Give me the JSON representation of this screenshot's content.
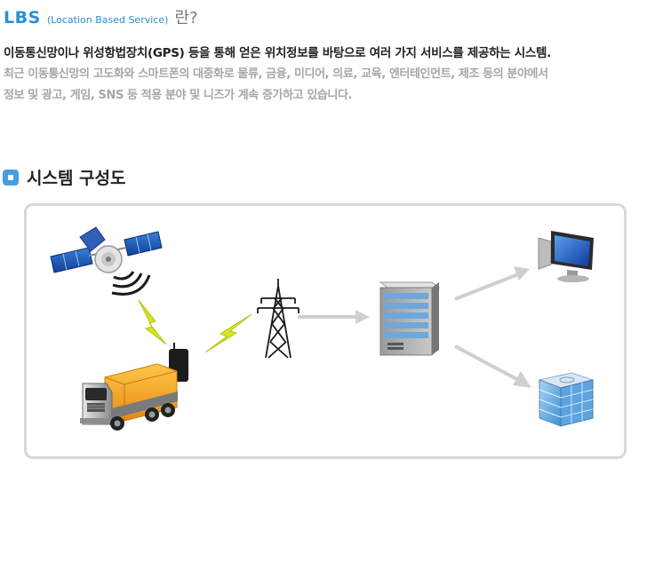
{
  "header": {
    "abbr": "LBS",
    "full": "(Location Based Service)",
    "suffix": "란?"
  },
  "lead_text": "이동통신망이나 위성항법장치(GPS) 등을 통해 얻은 위치정보를 바탕으로 여러 가지 서비스를 제공하는 시스템.",
  "description": [
    "최근 이동통신망의 고도화와 스마트폰의 대중화로 물류, 금융, 미디어, 의료, 교육, 엔터테인먼트, 제조 등의 분야에서",
    "정보 및 광고, 게임, SNS 등 적용 분야 및 니즈가 계속 증가하고 있습니다."
  ],
  "section": {
    "title": "시스템 구성도"
  },
  "diagram": {
    "nodes": [
      {
        "id": "satellite",
        "icon": "satellite-icon"
      },
      {
        "id": "truck",
        "icon": "truck-icon"
      },
      {
        "id": "tower",
        "icon": "transmission-tower-icon"
      },
      {
        "id": "server",
        "icon": "server-icon"
      },
      {
        "id": "monitor",
        "icon": "monitor-icon"
      },
      {
        "id": "building",
        "icon": "building-icon"
      }
    ],
    "links": [
      {
        "from": "satellite",
        "to": "truck",
        "kind": "wireless"
      },
      {
        "from": "truck",
        "to": "tower",
        "kind": "wireless"
      },
      {
        "from": "tower",
        "to": "server",
        "kind": "arrow"
      },
      {
        "from": "server",
        "to": "monitor",
        "kind": "arrow"
      },
      {
        "from": "server",
        "to": "building",
        "kind": "arrow"
      }
    ],
    "colors": {
      "accent": "#2a8fd0",
      "lightning": "#d6e41c",
      "truck_cargo": "#f3a31a",
      "arrow": "#cfcfcf",
      "panel_border": "#d8d8d8"
    }
  }
}
